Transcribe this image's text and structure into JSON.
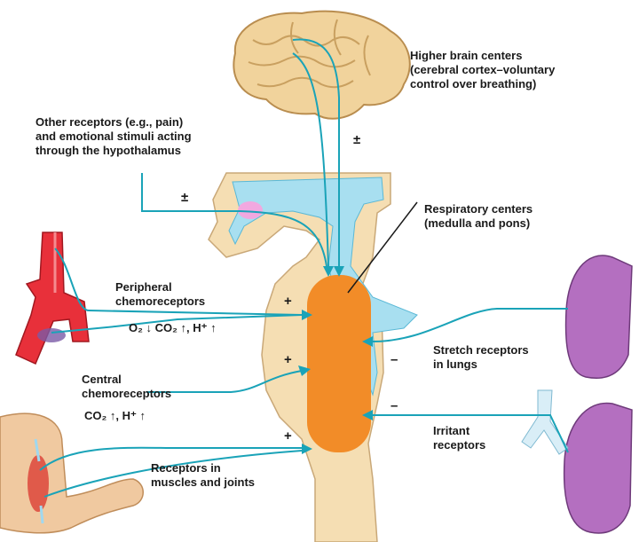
{
  "labels": {
    "higher_brain": [
      "Higher brain centers",
      "(cerebral cortex–voluntary",
      "control over breathing)"
    ],
    "other_receptors": [
      "Other receptors (e.g., pain)",
      "and emotional stimuli acting",
      "through the hypothalamus"
    ],
    "respiratory_centers": [
      "Respiratory centers",
      "(medulla and pons)"
    ],
    "peripheral": [
      "Peripheral",
      "chemoreceptors"
    ],
    "peripheral_stimuli": "O₂ ↓  CO₂ ↑, H⁺ ↑",
    "central": [
      "Central",
      "chemoreceptors"
    ],
    "central_stimuli": "CO₂ ↑, H⁺ ↑",
    "stretch": [
      "Stretch receptors",
      "in lungs"
    ],
    "irritant": [
      "Irritant",
      "receptors"
    ],
    "muscles": [
      "Receptors in",
      "muscles and joints"
    ]
  },
  "signs": {
    "plus_minus": "±",
    "plus": "+",
    "minus": "–"
  },
  "colors": {
    "pathway": "#1aa3b8",
    "brainstem": "#f5deb3",
    "csf": "#a8dff0",
    "respiratory_center": "#f28c28",
    "hypothalamus": "#f2a8e0",
    "lung": "#b46fc0",
    "artery": "#e8303a",
    "arm": "#f0c9a0",
    "brain": "#f1d39c"
  }
}
